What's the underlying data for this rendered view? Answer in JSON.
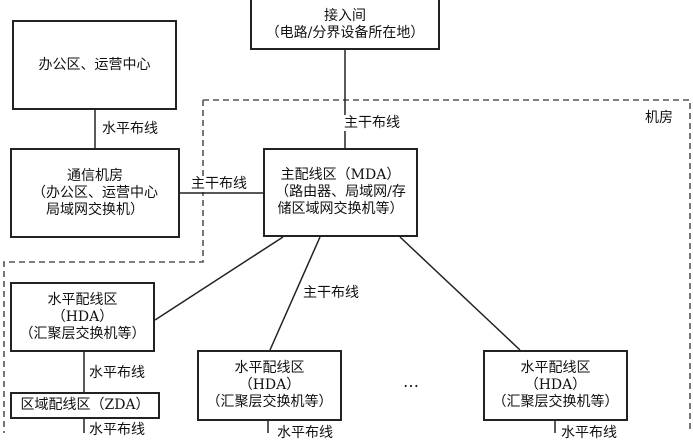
{
  "nodes": {
    "entrance": {
      "lines": [
        "接入间",
        "（电路/分界设备所在地）"
      ]
    },
    "office": {
      "lines": [
        "办公区、运营中心"
      ]
    },
    "comm_room": {
      "lines": [
        "通信机房",
        "（办公区、运营中心",
        "局域网交换机）"
      ]
    },
    "mda": {
      "lines": [
        "主配线区（MDA）",
        "（路由器、局域网/存",
        "储区域网交换机等）"
      ]
    },
    "hda_left": {
      "lines": [
        "水平配线区",
        "（HDA）",
        "（汇聚层交换机等）"
      ]
    },
    "hda_mid": {
      "lines": [
        "水平配线区",
        "（HDA）",
        "（汇聚层交换机等）"
      ]
    },
    "hda_right": {
      "lines": [
        "水平配线区",
        "（HDA）",
        "（汇聚层交换机等）"
      ]
    },
    "zda": {
      "lines": [
        "区域配线区（ZDA）"
      ]
    }
  },
  "labels": {
    "machine_room": "机房",
    "backbone_top": "主干布线",
    "backbone_left": "主干布线",
    "backbone_mid": "主干布线",
    "horizontal_office": "水平布线",
    "horizontal_hda": "水平布线",
    "horizontal_bottom_left": "水平布线",
    "horizontal_bottom_mid": "水平布线",
    "horizontal_bottom_right": "水平布线",
    "ellipsis": "…"
  }
}
